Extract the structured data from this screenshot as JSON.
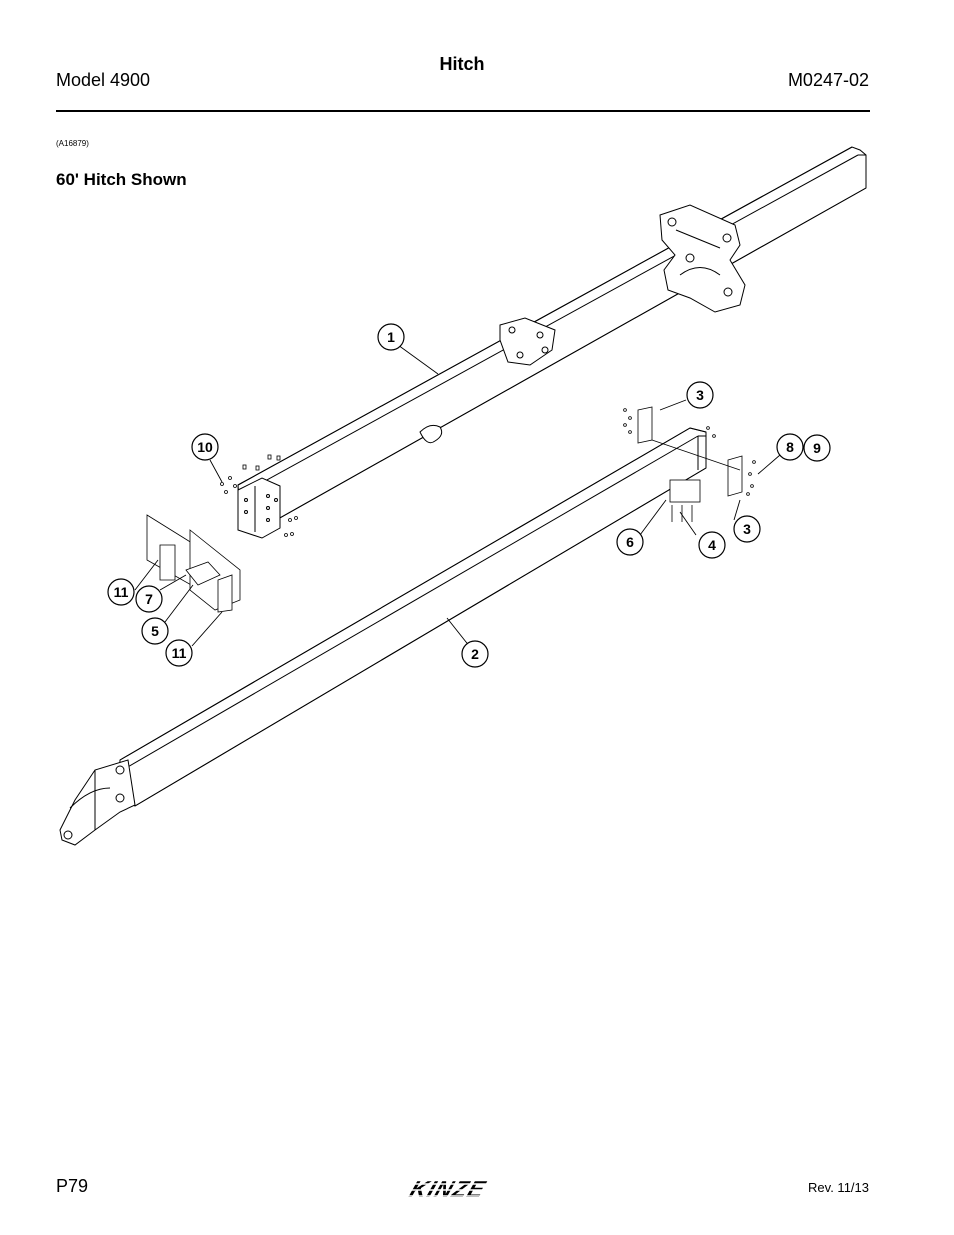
{
  "header": {
    "model": "Model 4900",
    "title": "Hitch",
    "doc_number": "M0247-02"
  },
  "figure": {
    "id": "(A16879)",
    "caption": "60' Hitch Shown",
    "callouts": [
      "1",
      "2",
      "3",
      "3",
      "4",
      "5",
      "6",
      "7",
      "8",
      "9",
      "10",
      "11",
      "11"
    ]
  },
  "footer": {
    "page": "P79",
    "brand": "KINZE",
    "revision": "Rev. 11/13"
  }
}
